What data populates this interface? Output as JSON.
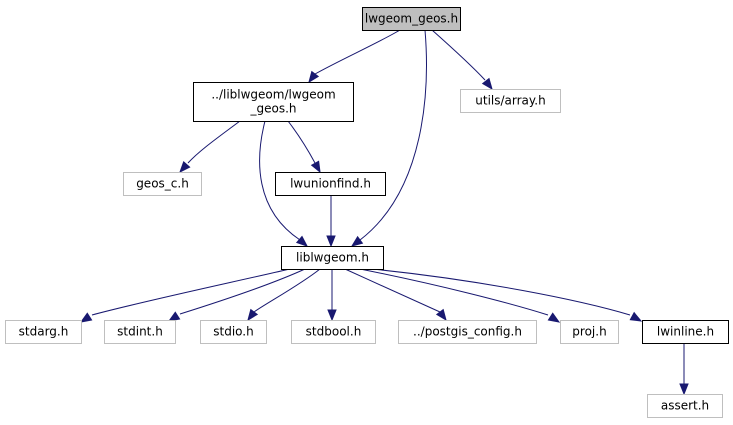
{
  "graph": {
    "title": "lwgeom_geos.h",
    "colors": {
      "root_fill": "#bfbfbf",
      "documented_border": "#000000",
      "undocumented_border": "#bfbfbf",
      "edge": "#191970",
      "node_fill": "#ffffff"
    },
    "nodes": [
      {
        "id": "lwgeom_geos",
        "lines": [
          "lwgeom_geos.h"
        ],
        "kind": "root"
      },
      {
        "id": "liblwgeom_lwgeom_geos",
        "lines": [
          "../liblwgeom/lwgeom",
          "_geos.h"
        ],
        "kind": "documented"
      },
      {
        "id": "utils_array",
        "lines": [
          "utils/array.h"
        ],
        "kind": "undocumented"
      },
      {
        "id": "geos_c",
        "lines": [
          "geos_c.h"
        ],
        "kind": "undocumented"
      },
      {
        "id": "lwunionfind",
        "lines": [
          "lwunionfind.h"
        ],
        "kind": "documented"
      },
      {
        "id": "liblwgeom",
        "lines": [
          "liblwgeom.h"
        ],
        "kind": "documented"
      },
      {
        "id": "stdarg",
        "lines": [
          "stdarg.h"
        ],
        "kind": "undocumented"
      },
      {
        "id": "stdint",
        "lines": [
          "stdint.h"
        ],
        "kind": "undocumented"
      },
      {
        "id": "stdio",
        "lines": [
          "stdio.h"
        ],
        "kind": "undocumented"
      },
      {
        "id": "stdbool",
        "lines": [
          "stdbool.h"
        ],
        "kind": "undocumented"
      },
      {
        "id": "postgis_config",
        "lines": [
          "../postgis_config.h"
        ],
        "kind": "undocumented"
      },
      {
        "id": "proj",
        "lines": [
          "proj.h"
        ],
        "kind": "undocumented"
      },
      {
        "id": "lwinline",
        "lines": [
          "lwinline.h"
        ],
        "kind": "documented"
      },
      {
        "id": "assert",
        "lines": [
          "assert.h"
        ],
        "kind": "undocumented"
      }
    ],
    "edges": [
      {
        "from": "lwgeom_geos",
        "to": "liblwgeom_lwgeom_geos"
      },
      {
        "from": "lwgeom_geos",
        "to": "liblwgeom"
      },
      {
        "from": "lwgeom_geos",
        "to": "utils_array"
      },
      {
        "from": "liblwgeom_lwgeom_geos",
        "to": "geos_c"
      },
      {
        "from": "liblwgeom_lwgeom_geos",
        "to": "liblwgeom"
      },
      {
        "from": "liblwgeom_lwgeom_geos",
        "to": "lwunionfind"
      },
      {
        "from": "lwunionfind",
        "to": "liblwgeom"
      },
      {
        "from": "liblwgeom",
        "to": "stdarg"
      },
      {
        "from": "liblwgeom",
        "to": "stdint"
      },
      {
        "from": "liblwgeom",
        "to": "stdio"
      },
      {
        "from": "liblwgeom",
        "to": "stdbool"
      },
      {
        "from": "liblwgeom",
        "to": "postgis_config"
      },
      {
        "from": "liblwgeom",
        "to": "proj"
      },
      {
        "from": "liblwgeom",
        "to": "lwinline"
      },
      {
        "from": "lwinline",
        "to": "assert"
      }
    ]
  }
}
